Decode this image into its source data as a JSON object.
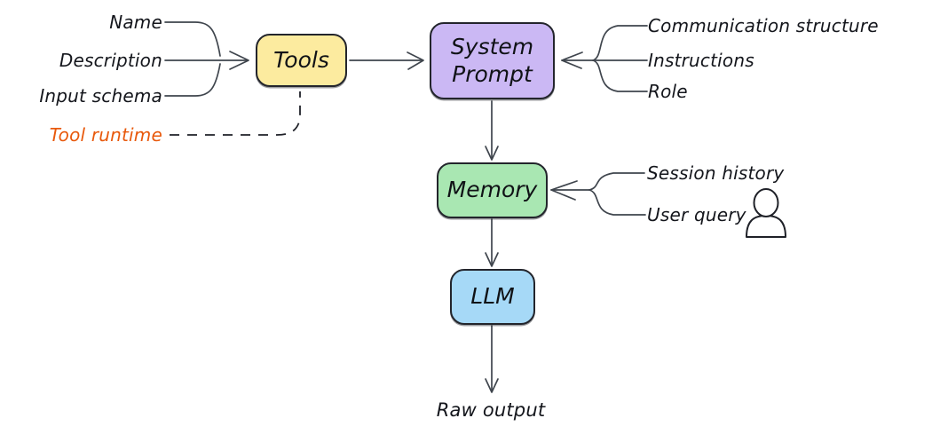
{
  "diagram": {
    "type": "flow-diagram",
    "nodes": {
      "tools": "Tools",
      "system_prompt": "System Prompt",
      "memory": "Memory",
      "llm": "LLM"
    },
    "labels": {
      "name": "Name",
      "description": "Description",
      "input_schema": "Input schema",
      "tool_runtime": "Tool runtime",
      "communication_structure": "Communication structure",
      "instructions": "Instructions",
      "role": "Role",
      "session_history": "Session history",
      "user_query": "User query",
      "raw_output": "Raw output"
    },
    "icons": {
      "user": "user-icon"
    },
    "edges": [
      {
        "from": "Name",
        "to": "Tools",
        "style": "solid-arrow"
      },
      {
        "from": "Description",
        "to": "Tools",
        "style": "solid-arrow"
      },
      {
        "from": "Input schema",
        "to": "Tools",
        "style": "solid-arrow"
      },
      {
        "from": "Tool runtime",
        "to": "Tools",
        "style": "dashed"
      },
      {
        "from": "Tools",
        "to": "System Prompt",
        "style": "solid-arrow"
      },
      {
        "from": "Communication structure",
        "to": "System Prompt",
        "style": "solid-arrow"
      },
      {
        "from": "Instructions",
        "to": "System Prompt",
        "style": "solid-arrow"
      },
      {
        "from": "Role",
        "to": "System Prompt",
        "style": "solid-arrow"
      },
      {
        "from": "System Prompt",
        "to": "Memory",
        "style": "solid-arrow"
      },
      {
        "from": "Session history",
        "to": "Memory",
        "style": "solid-arrow"
      },
      {
        "from": "User query",
        "to": "Memory",
        "style": "solid-arrow"
      },
      {
        "from": "Memory",
        "to": "LLM",
        "style": "solid-arrow"
      },
      {
        "from": "LLM",
        "to": "Raw output",
        "style": "solid-arrow"
      }
    ],
    "colors": {
      "tools_fill": "#fceb9f",
      "system_prompt_fill": "#cbb8f4",
      "memory_fill": "#a9e7b2",
      "llm_fill": "#a6d9f7",
      "box_stroke": "#23252c",
      "connector_stroke": "#3f454d",
      "text": "#14161c",
      "accent_orange": "#e8590c",
      "background": "#ffffff"
    }
  }
}
